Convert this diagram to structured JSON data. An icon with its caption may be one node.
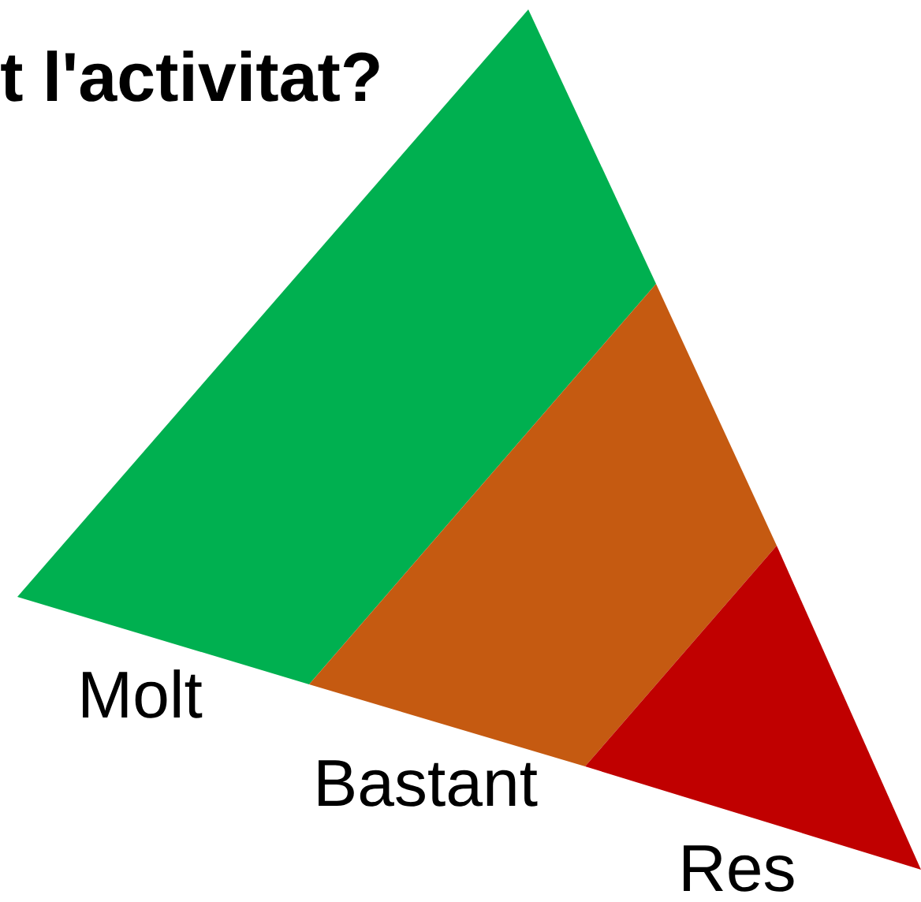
{
  "diagram": {
    "title": "t l'activitat?",
    "nodes": [
      {
        "text": [
          "Molt"
        ]
      },
      {
        "text": [
          "Bastant"
        ]
      },
      {
        "text": [
          "Res"
        ]
      }
    ]
  }
}
